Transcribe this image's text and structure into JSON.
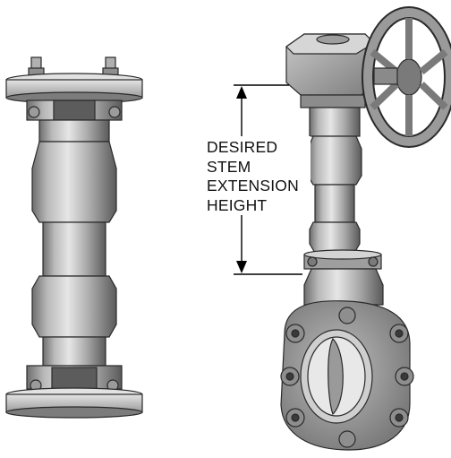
{
  "annotation": {
    "lines": [
      "DESIRED",
      "STEM",
      "EXTENSION",
      "HEIGHT"
    ]
  },
  "colors": {
    "metal_light": "#d9d9d9",
    "metal_mid": "#a6a6a6",
    "metal_dark": "#5e5e5e",
    "outline": "#2a2a2a",
    "dimension_line": "#000000"
  }
}
